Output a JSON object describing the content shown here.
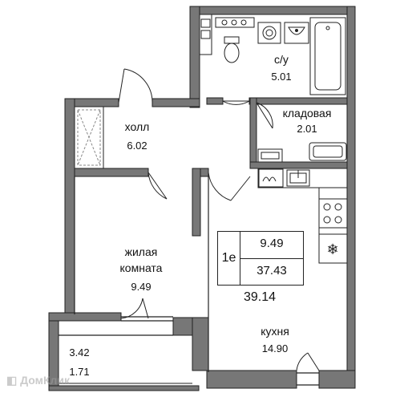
{
  "rooms": {
    "bathroom": {
      "name": "с/у",
      "area": "5.01"
    },
    "storage": {
      "name": "кладовая",
      "area": "2.01"
    },
    "hall": {
      "name": "холл",
      "area": "6.02"
    },
    "living": {
      "name_line1": "жилая",
      "name_line2": "комната",
      "area": "9.49"
    },
    "kitchen": {
      "name": "кухня",
      "area": "14.90"
    },
    "balcony": {
      "area_full": "3.42",
      "area_reduced": "1.71"
    }
  },
  "summary": {
    "type": "1е",
    "living_area": "9.49",
    "total_area": "37.43",
    "total_with_balcony": "39.14"
  },
  "colors": {
    "wall": "#777777",
    "wall_edge": "#222222"
  }
}
